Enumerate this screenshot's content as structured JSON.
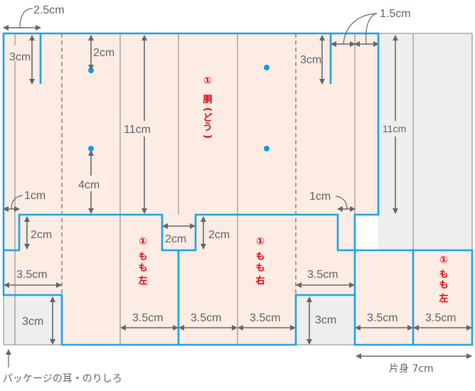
{
  "colors": {
    "fabric": "#fdece3",
    "margin": "#eeeeee",
    "cut_line": "#1aa3e8",
    "fold_line": "#9b9b9b",
    "dim_arrow": "#5f686e",
    "label_red": "#e60012",
    "dot": "#0d9ee8"
  },
  "dimensions": {
    "top_left_width": "2.5cm",
    "top_right_width": "1.5cm",
    "left_slit": "3cm",
    "right_slit": "3cm",
    "dot_top": "2cm",
    "body_height": "11cm",
    "dot_bottom": "4cm",
    "margin_height": "11cm",
    "left_step": "1cm",
    "right_step": "1cm",
    "left_leg_step": "2cm",
    "gusset_width": "2cm",
    "gusset_height": "2cm",
    "left_leg_width": "3.5cm",
    "right_leg_width": "3.5cm",
    "left_bottom_flap": "3cm",
    "right_bottom_flap": "3cm",
    "leg1": "3.5cm",
    "leg2": "3.5cm",
    "leg3": "3.5cm",
    "leg4": "3.5cm",
    "leg5": "3.5cm",
    "half_body": "片身 7cm"
  },
  "pieces": {
    "body": {
      "num": "①",
      "chars": [
        "胴",
        "(",
        "ど",
        "う",
        ")"
      ]
    },
    "leg_left": {
      "num": "①",
      "chars": [
        "も",
        "も",
        "左"
      ]
    },
    "leg_right": {
      "num": "①",
      "chars": [
        "も",
        "も",
        "右"
      ]
    },
    "leg_left_2": {
      "num": "①",
      "chars": [
        "も",
        "も",
        "左"
      ]
    }
  },
  "notes": {
    "package_edge": "パッケージの耳・のりしろ"
  }
}
